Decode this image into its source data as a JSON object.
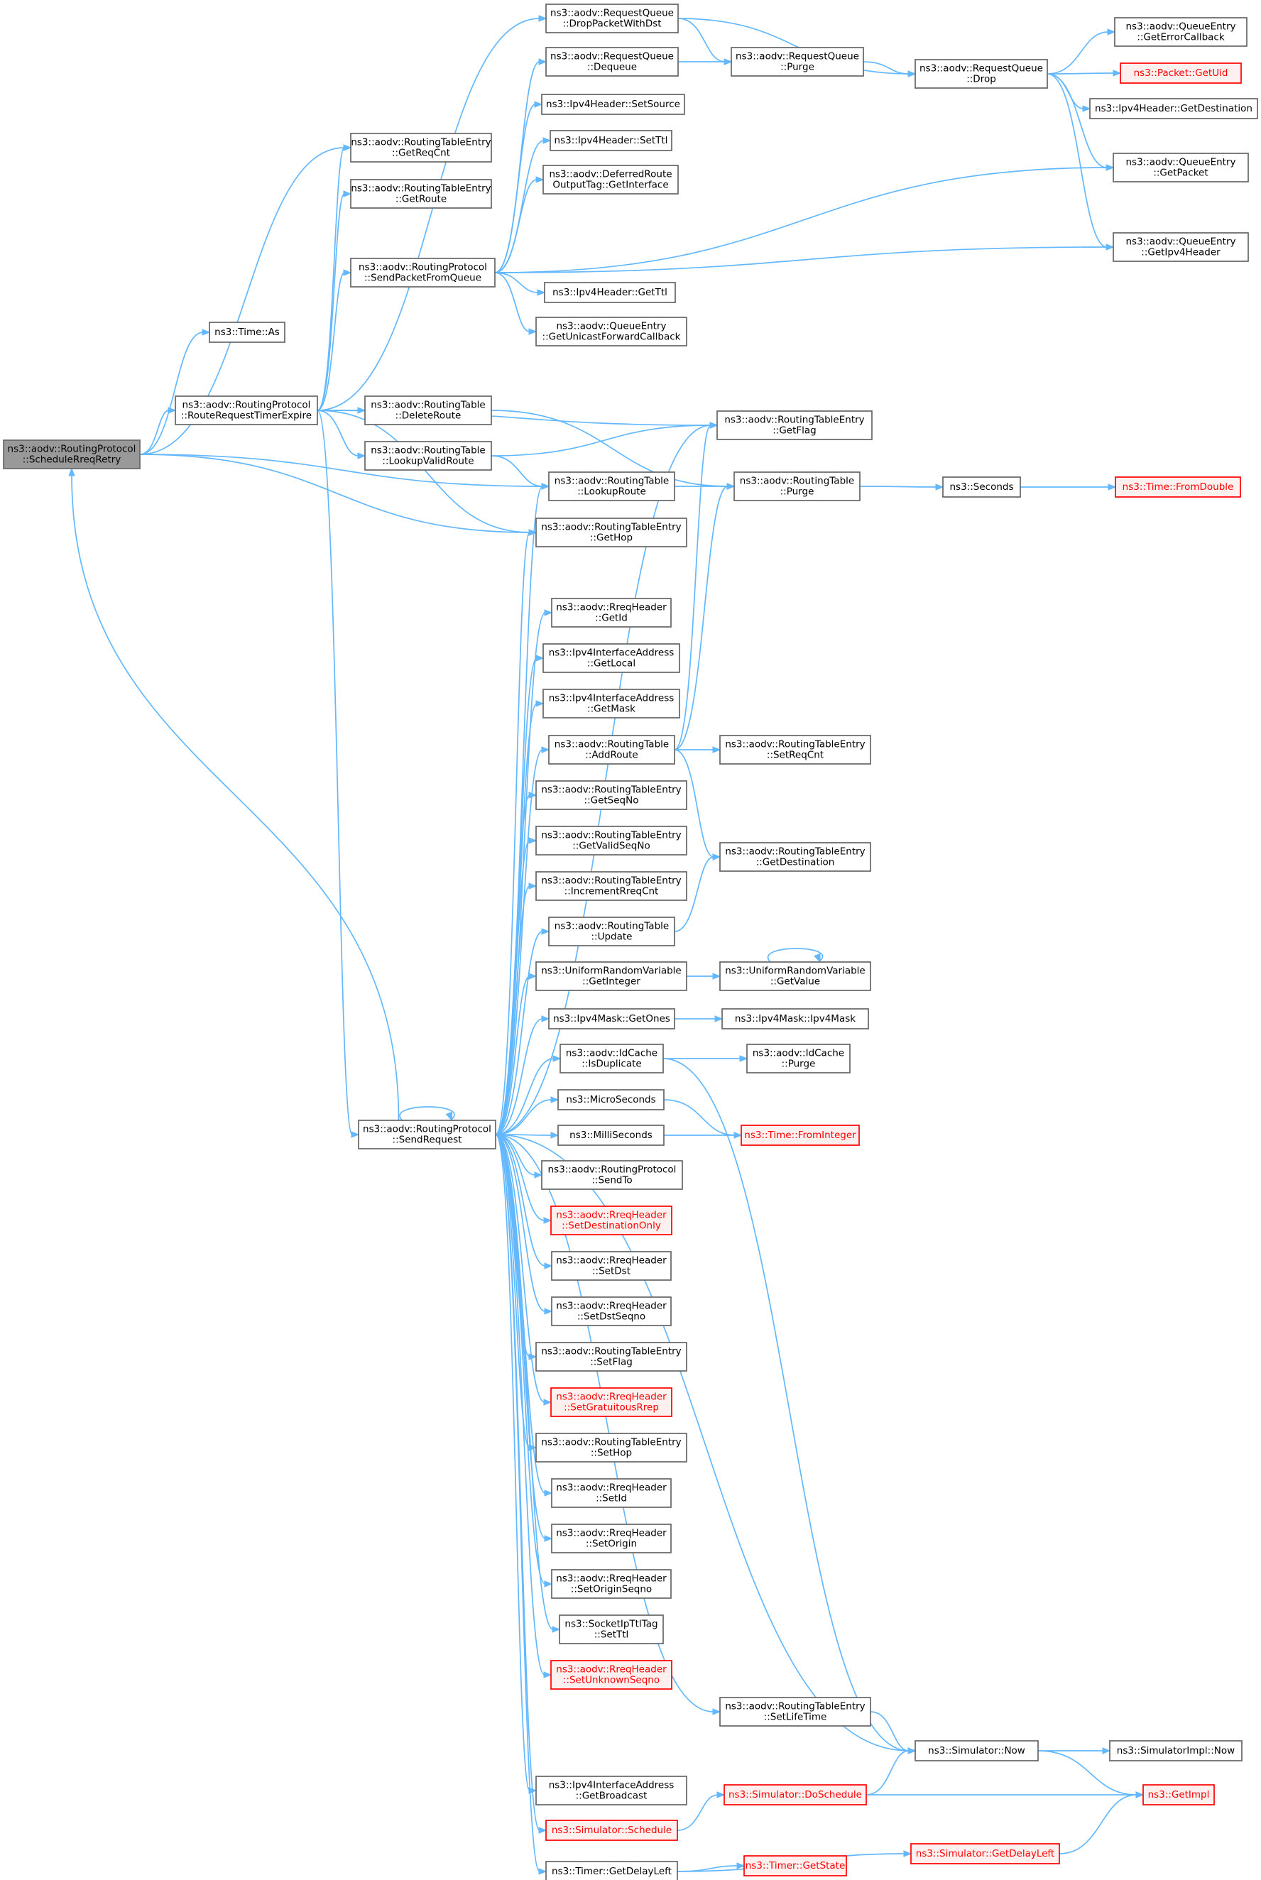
{
  "colors": {
    "edge": "#63b8ff",
    "node_border": "#666666",
    "root_fill": "#999999",
    "truncated_border": "#ff0000",
    "truncated_text": "#ff0000"
  },
  "nodes": [
    {
      "id": "n1",
      "lines": [
        "ns3::aodv::RoutingProtocol",
        "::ScheduleRreqRetry"
      ],
      "style": "root"
    },
    {
      "id": "n2",
      "lines": [
        "ns3::Time::As"
      ]
    },
    {
      "id": "n3",
      "lines": [
        "ns3::aodv::RoutingProtocol",
        "::RouteRequestTimerExpire"
      ]
    },
    {
      "id": "n4",
      "lines": [
        "ns3::aodv::RoutingTableEntry",
        "::GetReqCnt"
      ]
    },
    {
      "id": "n5",
      "lines": [
        "ns3::aodv::RoutingTableEntry",
        "::GetRoute"
      ]
    },
    {
      "id": "n6",
      "lines": [
        "ns3::aodv::RoutingProtocol",
        "::SendPacketFromQueue"
      ]
    },
    {
      "id": "n7",
      "lines": [
        "ns3::aodv::RoutingTable",
        "::DeleteRoute"
      ]
    },
    {
      "id": "n8",
      "lines": [
        "ns3::aodv::RoutingTable",
        "::LookupValidRoute"
      ]
    },
    {
      "id": "n9",
      "lines": [
        "ns3::aodv::RoutingTableEntry",
        "::GetFlag"
      ]
    },
    {
      "id": "n10",
      "lines": [
        "ns3::aodv::RoutingTable",
        "::LookupRoute"
      ]
    },
    {
      "id": "n11",
      "lines": [
        "ns3::aodv::RoutingTableEntry",
        "::GetHop"
      ]
    },
    {
      "id": "n12",
      "lines": [
        "ns3::aodv::RequestQueue",
        "::DropPacketWithDst"
      ]
    },
    {
      "id": "n13",
      "lines": [
        "ns3::aodv::RequestQueue",
        "::Dequeue"
      ]
    },
    {
      "id": "n14",
      "lines": [
        "ns3::Ipv4Header::SetSource"
      ]
    },
    {
      "id": "n15",
      "lines": [
        "ns3::Ipv4Header::SetTtl"
      ]
    },
    {
      "id": "n16",
      "lines": [
        "ns3::aodv::DeferredRoute",
        "OutputTag::GetInterface"
      ]
    },
    {
      "id": "n17",
      "lines": [
        "ns3::Ipv4Header::GetTtl"
      ]
    },
    {
      "id": "n18",
      "lines": [
        "ns3::aodv::QueueEntry",
        "::GetUnicastForwardCallback"
      ]
    },
    {
      "id": "n19",
      "lines": [
        "ns3::aodv::RequestQueue",
        "::Purge"
      ]
    },
    {
      "id": "n20",
      "lines": [
        "ns3::aodv::RequestQueue",
        "::Drop"
      ]
    },
    {
      "id": "n21",
      "lines": [
        "ns3::aodv::QueueEntry",
        "::GetErrorCallback"
      ]
    },
    {
      "id": "n22",
      "lines": [
        "ns3::Packet::GetUid"
      ],
      "style": "trunc"
    },
    {
      "id": "n23",
      "lines": [
        "ns3::Ipv4Header::GetDestination"
      ]
    },
    {
      "id": "n24",
      "lines": [
        "ns3::aodv::QueueEntry",
        "::GetPacket"
      ]
    },
    {
      "id": "n25",
      "lines": [
        "ns3::aodv::QueueEntry",
        "::GetIpv4Header"
      ]
    },
    {
      "id": "n26",
      "lines": [
        "ns3::aodv::RoutingTable",
        "::Purge"
      ]
    },
    {
      "id": "n27",
      "lines": [
        "ns3::Seconds"
      ]
    },
    {
      "id": "n28",
      "lines": [
        "ns3::Time::FromDouble"
      ],
      "style": "trunc"
    },
    {
      "id": "n29",
      "lines": [
        "ns3::aodv::RreqHeader",
        "::GetId"
      ]
    },
    {
      "id": "n30",
      "lines": [
        "ns3::Ipv4InterfaceAddress",
        "::GetLocal"
      ]
    },
    {
      "id": "n31",
      "lines": [
        "ns3::Ipv4InterfaceAddress",
        "::GetMask"
      ]
    },
    {
      "id": "n32",
      "lines": [
        "ns3::aodv::RoutingTable",
        "::AddRoute"
      ]
    },
    {
      "id": "n33",
      "lines": [
        "ns3::aodv::RoutingTableEntry",
        "::SetReqCnt"
      ]
    },
    {
      "id": "n34",
      "lines": [
        "ns3::aodv::RoutingTableEntry",
        "::GetSeqNo"
      ]
    },
    {
      "id": "n35",
      "lines": [
        "ns3::aodv::RoutingTableEntry",
        "::GetValidSeqNo"
      ]
    },
    {
      "id": "n36",
      "lines": [
        "ns3::aodv::RoutingTableEntry",
        "::GetDestination"
      ]
    },
    {
      "id": "n37",
      "lines": [
        "ns3::aodv::RoutingTableEntry",
        "::IncrementRreqCnt"
      ]
    },
    {
      "id": "n38",
      "lines": [
        "ns3::aodv::RoutingTable",
        "::Update"
      ]
    },
    {
      "id": "n39",
      "lines": [
        "ns3::UniformRandomVariable",
        "::GetInteger"
      ]
    },
    {
      "id": "n40",
      "lines": [
        "ns3::UniformRandomVariable",
        "::GetValue"
      ]
    },
    {
      "id": "n41",
      "lines": [
        "ns3::Ipv4Mask::GetOnes"
      ]
    },
    {
      "id": "n42",
      "lines": [
        "ns3::Ipv4Mask::Ipv4Mask"
      ]
    },
    {
      "id": "n43",
      "lines": [
        "ns3::aodv::IdCache",
        "::IsDuplicate"
      ]
    },
    {
      "id": "n44",
      "lines": [
        "ns3::aodv::IdCache",
        "::Purge"
      ]
    },
    {
      "id": "n45",
      "lines": [
        "ns3::aodv::RoutingProtocol",
        "::SendRequest"
      ]
    },
    {
      "id": "n46",
      "lines": [
        "ns3::MicroSeconds"
      ]
    },
    {
      "id": "n47",
      "lines": [
        "ns3::MilliSeconds"
      ]
    },
    {
      "id": "n48",
      "lines": [
        "ns3::Time::FromInteger"
      ],
      "style": "trunc"
    },
    {
      "id": "n49",
      "lines": [
        "ns3::aodv::RoutingProtocol",
        "::SendTo"
      ]
    },
    {
      "id": "n50",
      "lines": [
        "ns3::aodv::RreqHeader",
        "::SetDestinationOnly"
      ],
      "style": "trunc"
    },
    {
      "id": "n51",
      "lines": [
        "ns3::aodv::RreqHeader",
        "::SetDst"
      ]
    },
    {
      "id": "n52",
      "lines": [
        "ns3::aodv::RreqHeader",
        "::SetDstSeqno"
      ]
    },
    {
      "id": "n53",
      "lines": [
        "ns3::aodv::RoutingTableEntry",
        "::SetFlag"
      ]
    },
    {
      "id": "n54",
      "lines": [
        "ns3::aodv::RreqHeader",
        "::SetGratuitousRrep"
      ],
      "style": "trunc"
    },
    {
      "id": "n55",
      "lines": [
        "ns3::aodv::RoutingTableEntry",
        "::SetHop"
      ]
    },
    {
      "id": "n56",
      "lines": [
        "ns3::aodv::RreqHeader",
        "::SetId"
      ]
    },
    {
      "id": "n57",
      "lines": [
        "ns3::aodv::RreqHeader",
        "::SetOrigin"
      ]
    },
    {
      "id": "n58",
      "lines": [
        "ns3::aodv::RreqHeader",
        "::SetOriginSeqno"
      ]
    },
    {
      "id": "n59",
      "lines": [
        "ns3::SocketIpTtlTag",
        "::SetTtl"
      ]
    },
    {
      "id": "n60",
      "lines": [
        "ns3::aodv::RreqHeader",
        "::SetUnknownSeqno"
      ],
      "style": "trunc"
    },
    {
      "id": "n61",
      "lines": [
        "ns3::aodv::RoutingTableEntry",
        "::SetLifeTime"
      ]
    },
    {
      "id": "n62",
      "lines": [
        "ns3::Simulator::Now"
      ]
    },
    {
      "id": "n63",
      "lines": [
        "ns3::SimulatorImpl::Now"
      ]
    },
    {
      "id": "n64",
      "lines": [
        "ns3::Ipv4InterfaceAddress",
        "::GetBroadcast"
      ]
    },
    {
      "id": "n65",
      "lines": [
        "ns3::Simulator::DoSchedule"
      ],
      "style": "trunc"
    },
    {
      "id": "n66",
      "lines": [
        "ns3::GetImpl"
      ],
      "style": "trunc"
    },
    {
      "id": "n67",
      "lines": [
        "ns3::Simulator::Schedule"
      ],
      "style": "trunc"
    },
    {
      "id": "n68",
      "lines": [
        "ns3::Timer::GetState"
      ],
      "style": "trunc"
    },
    {
      "id": "n69",
      "lines": [
        "ns3::Timer::GetDelayLeft"
      ]
    },
    {
      "id": "n70",
      "lines": [
        "ns3::Simulator::GetDelayLeft"
      ],
      "style": "trunc"
    }
  ],
  "edges": [
    [
      "n1",
      "n2"
    ],
    [
      "n1",
      "n3"
    ],
    [
      "n1",
      "n4"
    ],
    [
      "n1",
      "n10"
    ],
    [
      "n1",
      "n11"
    ],
    [
      "n3",
      "n4"
    ],
    [
      "n3",
      "n5"
    ],
    [
      "n3",
      "n6"
    ],
    [
      "n3",
      "n7"
    ],
    [
      "n3",
      "n8"
    ],
    [
      "n3",
      "n9"
    ],
    [
      "n3",
      "n11"
    ],
    [
      "n3",
      "n12"
    ],
    [
      "n3",
      "n45"
    ],
    [
      "n6",
      "n13"
    ],
    [
      "n6",
      "n14"
    ],
    [
      "n6",
      "n15"
    ],
    [
      "n6",
      "n16"
    ],
    [
      "n6",
      "n17"
    ],
    [
      "n6",
      "n18"
    ],
    [
      "n6",
      "n24"
    ],
    [
      "n6",
      "n25"
    ],
    [
      "n12",
      "n19"
    ],
    [
      "n12",
      "n20"
    ],
    [
      "n13",
      "n19"
    ],
    [
      "n19",
      "n20"
    ],
    [
      "n20",
      "n21"
    ],
    [
      "n20",
      "n22"
    ],
    [
      "n20",
      "n23"
    ],
    [
      "n20",
      "n24"
    ],
    [
      "n20",
      "n25"
    ],
    [
      "n7",
      "n26"
    ],
    [
      "n8",
      "n9"
    ],
    [
      "n8",
      "n10"
    ],
    [
      "n10",
      "n26"
    ],
    [
      "n26",
      "n27"
    ],
    [
      "n27",
      "n28"
    ],
    [
      "n32",
      "n9"
    ],
    [
      "n32",
      "n26"
    ],
    [
      "n32",
      "n33"
    ],
    [
      "n32",
      "n36"
    ],
    [
      "n38",
      "n36"
    ],
    [
      "n39",
      "n40"
    ],
    [
      "n40",
      "n40"
    ],
    [
      "n41",
      "n42"
    ],
    [
      "n43",
      "n44"
    ],
    [
      "n43",
      "n62"
    ],
    [
      "n46",
      "n48"
    ],
    [
      "n47",
      "n48"
    ],
    [
      "n45",
      "n1"
    ],
    [
      "n45",
      "n45"
    ],
    [
      "n45",
      "n9"
    ],
    [
      "n45",
      "n10"
    ],
    [
      "n45",
      "n11"
    ],
    [
      "n45",
      "n29"
    ],
    [
      "n45",
      "n30"
    ],
    [
      "n45",
      "n31"
    ],
    [
      "n45",
      "n32"
    ],
    [
      "n45",
      "n34"
    ],
    [
      "n45",
      "n35"
    ],
    [
      "n45",
      "n37"
    ],
    [
      "n45",
      "n38"
    ],
    [
      "n45",
      "n39"
    ],
    [
      "n45",
      "n41"
    ],
    [
      "n45",
      "n43"
    ],
    [
      "n45",
      "n46"
    ],
    [
      "n45",
      "n47"
    ],
    [
      "n45",
      "n49"
    ],
    [
      "n45",
      "n50"
    ],
    [
      "n45",
      "n51"
    ],
    [
      "n45",
      "n52"
    ],
    [
      "n45",
      "n53"
    ],
    [
      "n45",
      "n54"
    ],
    [
      "n45",
      "n55"
    ],
    [
      "n45",
      "n56"
    ],
    [
      "n45",
      "n57"
    ],
    [
      "n45",
      "n58"
    ],
    [
      "n45",
      "n59"
    ],
    [
      "n45",
      "n60"
    ],
    [
      "n45",
      "n61"
    ],
    [
      "n45",
      "n62"
    ],
    [
      "n45",
      "n64"
    ],
    [
      "n45",
      "n67"
    ],
    [
      "n45",
      "n69"
    ],
    [
      "n61",
      "n62"
    ],
    [
      "n62",
      "n63"
    ],
    [
      "n62",
      "n66"
    ],
    [
      "n65",
      "n62"
    ],
    [
      "n65",
      "n66"
    ],
    [
      "n67",
      "n65"
    ],
    [
      "n69",
      "n68"
    ],
    [
      "n69",
      "n70"
    ],
    [
      "n70",
      "n66"
    ]
  ]
}
